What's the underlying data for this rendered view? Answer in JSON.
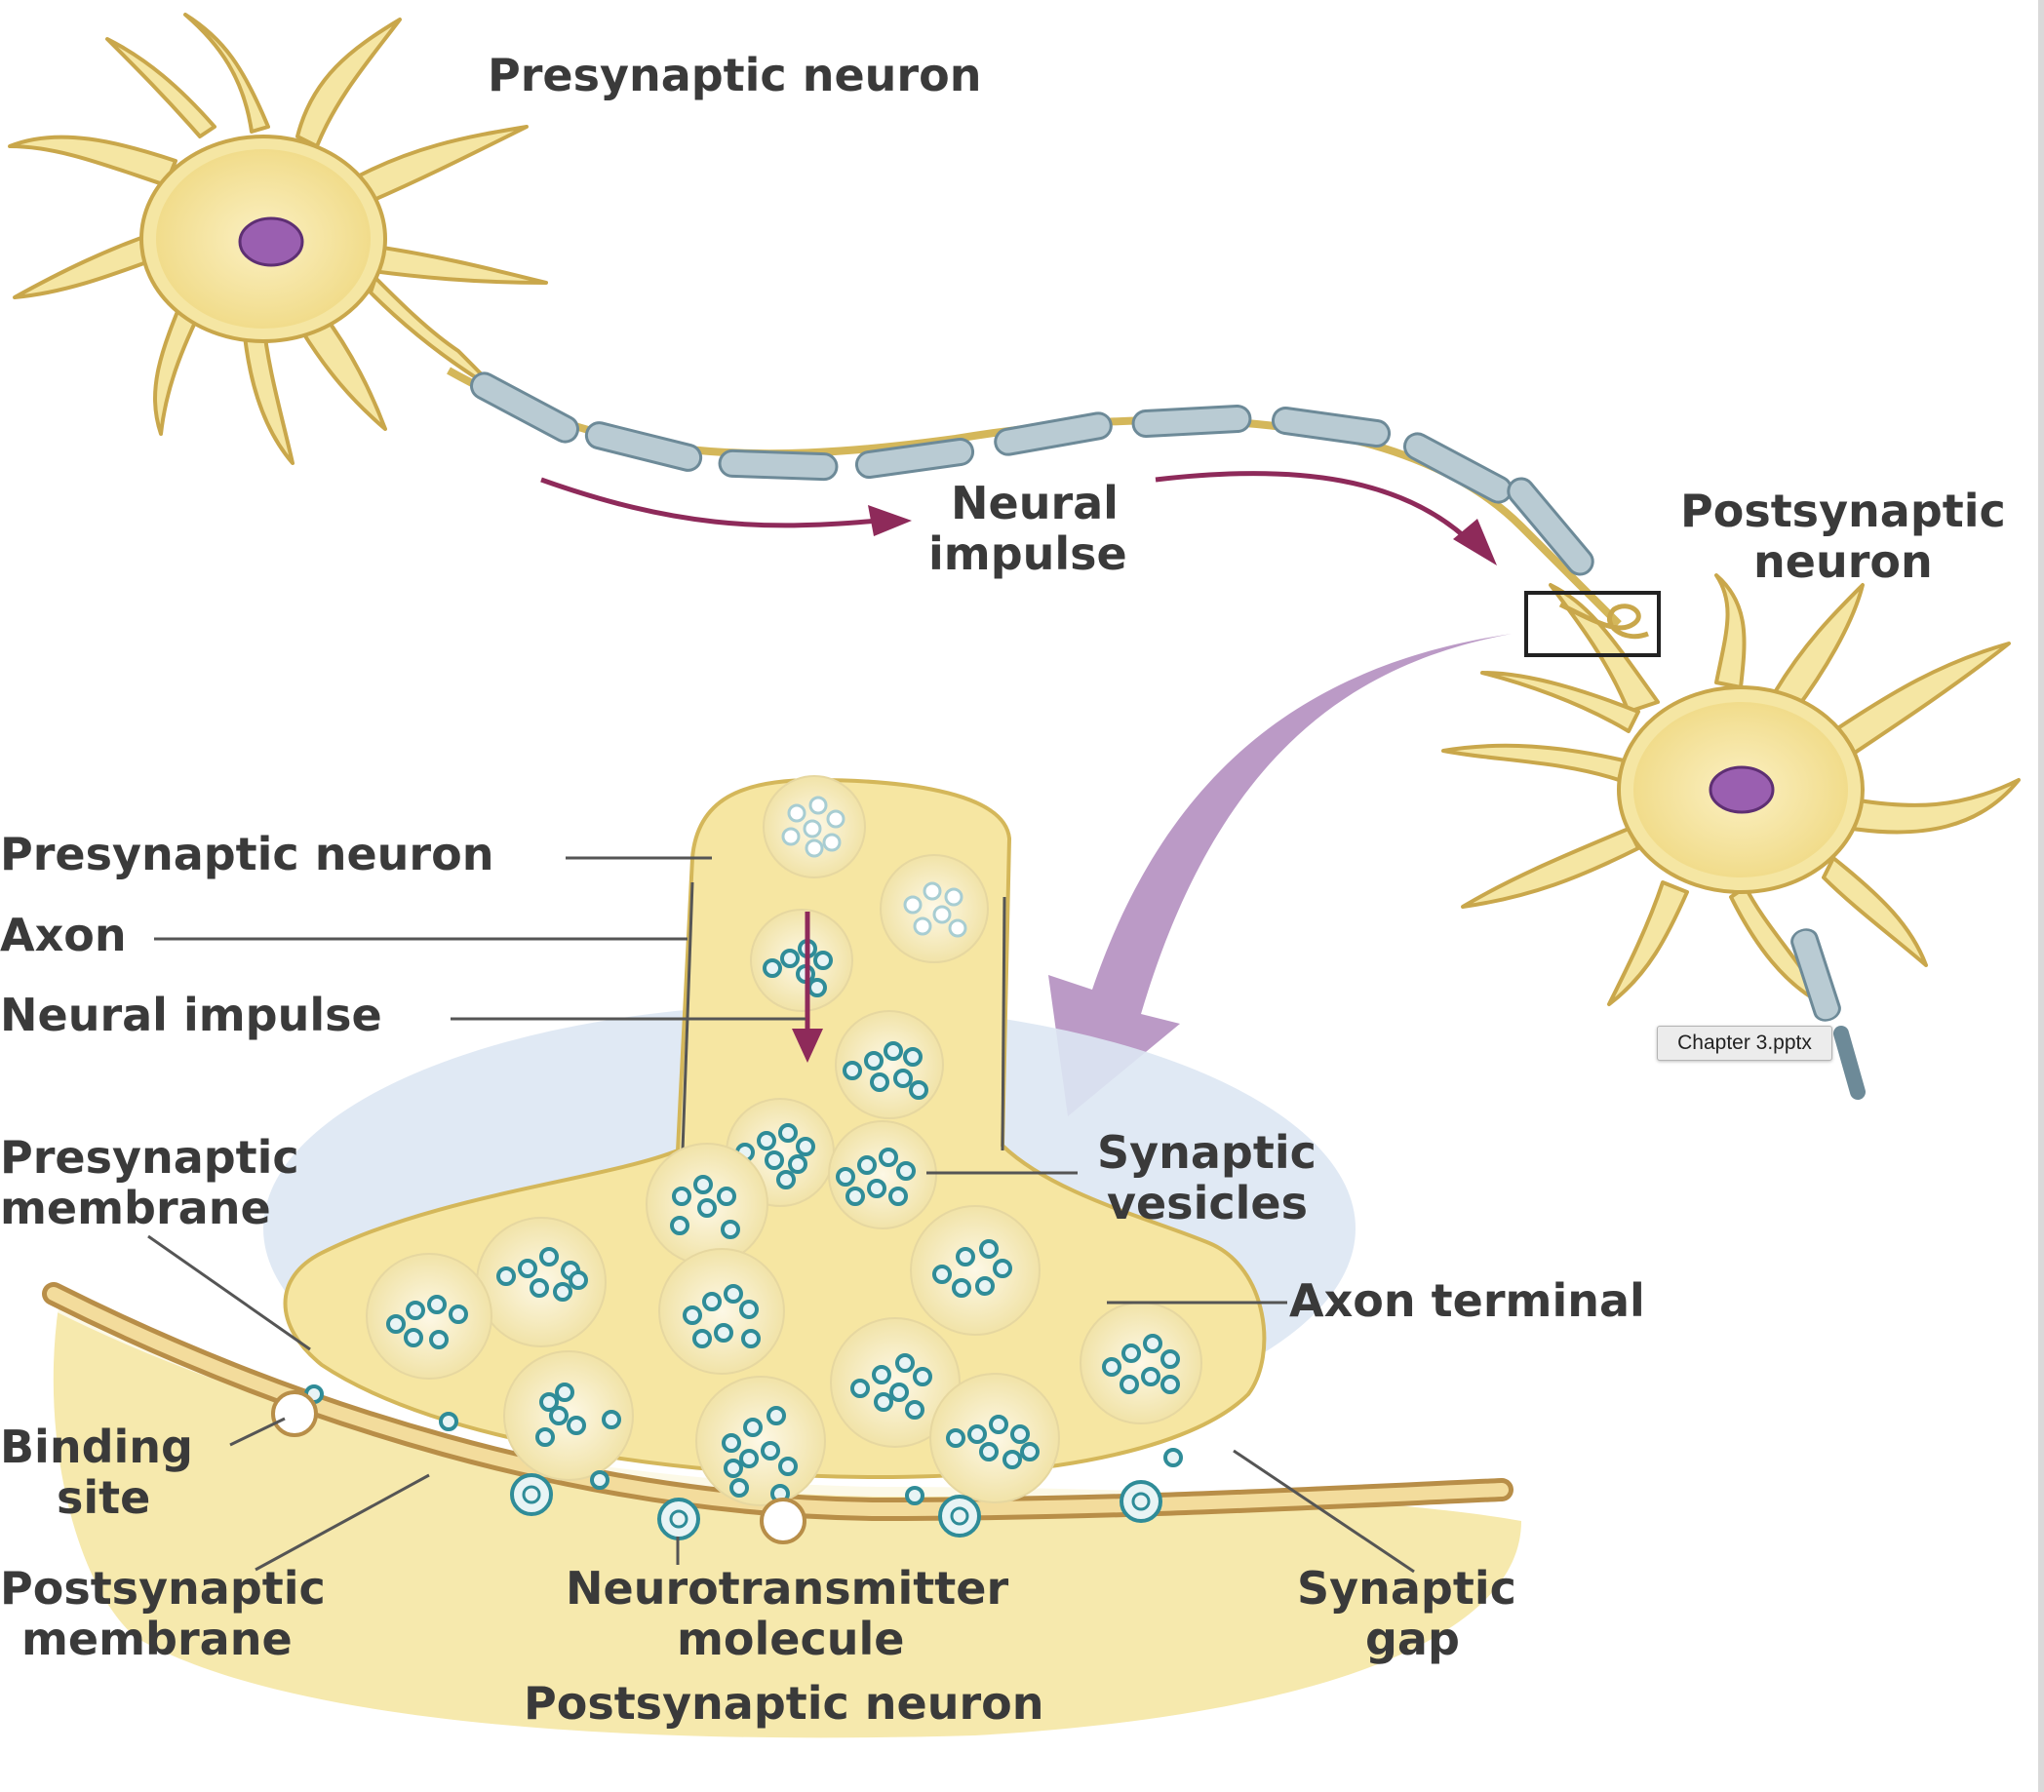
{
  "labels": {
    "presynaptic_top": "Presynaptic neuron",
    "neural_impulse_1": "Neural",
    "neural_impulse_2": "impulse",
    "postsynaptic_top_1": "Postsynaptic",
    "postsynaptic_top_2": "neuron",
    "presynaptic_neuron": "Presynaptic neuron",
    "axon": "Axon",
    "neural_impulse": "Neural impulse",
    "presynaptic_membrane_1": "Presynaptic",
    "presynaptic_membrane_2": "membrane",
    "synaptic_vesicles_1": "Synaptic",
    "synaptic_vesicles_2": "vesicles",
    "axon_terminal": "Axon terminal",
    "binding_site_1": "Binding",
    "binding_site_2": "site",
    "postsynaptic_membrane_1": "Postsynaptic",
    "postsynaptic_membrane_2": "membrane",
    "neurotransmitter_1": "Neurotransmitter",
    "neurotransmitter_2": "molecule",
    "synaptic_gap_1": "Synaptic",
    "synaptic_gap_2": "gap",
    "postsynaptic_bottom": "Postsynaptic neuron"
  },
  "tooltip": "Chapter 3.pptx",
  "colors": {
    "cell_fill": "#f5e6a3",
    "cell_stroke": "#d4b75a",
    "nucleus": "#9a5fb0",
    "myelin": "#b9cbd3",
    "arrow": "#8e2a5a",
    "big_arrow": "#b48fc0",
    "vesicle_ring": "#2f8c98",
    "label_text": "#3a3a3a"
  }
}
